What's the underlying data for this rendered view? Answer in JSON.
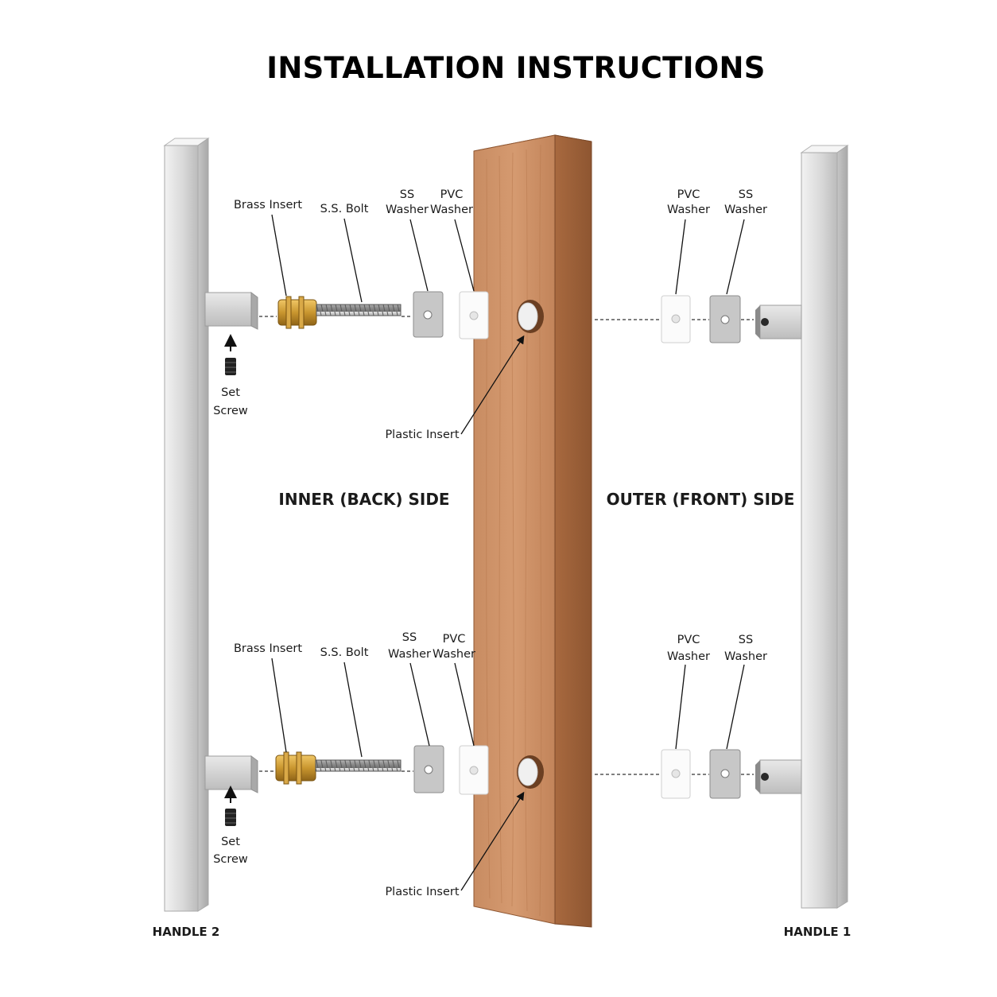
{
  "title": "INSTALLATION INSTRUCTIONS",
  "sections": {
    "inner": "INNER (BACK) SIDE",
    "outer": "OUTER (FRONT) SIDE"
  },
  "handles": {
    "left": "HANDLE 2",
    "right": "HANDLE 1"
  },
  "labels": {
    "brass_insert": "Brass Insert",
    "ss_bolt": "S.S. Bolt",
    "ss_washer": [
      "SS",
      "Washer"
    ],
    "pvc_washer": [
      "PVC",
      "Washer"
    ],
    "set_screw": [
      "Set",
      "Screw"
    ],
    "plastic_insert": "Plastic Insert"
  },
  "colors": {
    "steel_light": "#e6e6e6",
    "steel_dark": "#b9b9b9",
    "wood": "#c8895e",
    "wood_dark": "#a76a41",
    "brass": "#c99a3a",
    "pvc": "#fbfbfb"
  }
}
